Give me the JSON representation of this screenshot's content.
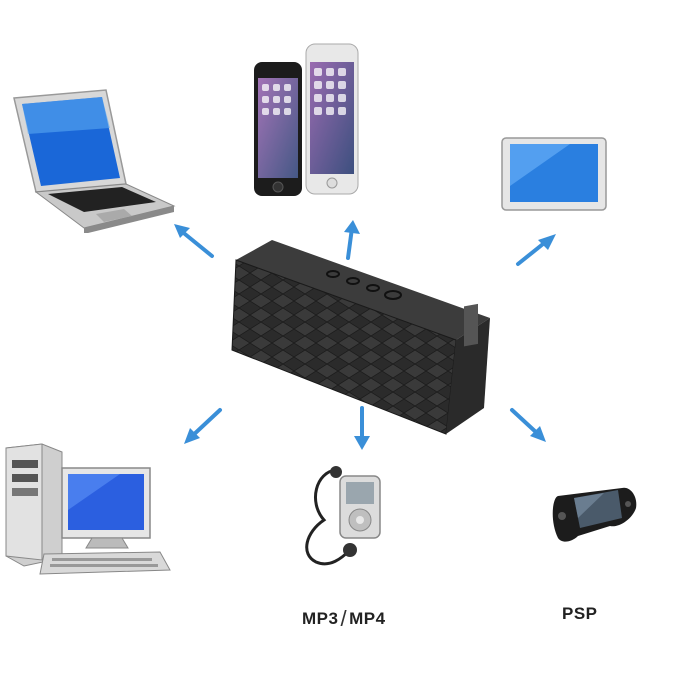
{
  "labels": {
    "mp3_left": "MP3",
    "mp3_sep": "/",
    "mp3_right": "MP4",
    "psp": "PSP"
  },
  "icons": {
    "center": "bluetooth-speaker",
    "top_left": "laptop",
    "top_center": "smartphones",
    "top_right": "tablet",
    "bottom_left": "desktop-computer",
    "bottom_center": "mp3-player",
    "bottom_right": "psp-console"
  },
  "colors": {
    "arrow": "#3a8fd8",
    "speaker": "#2a2a2a",
    "screen": "#2f7fe6"
  }
}
